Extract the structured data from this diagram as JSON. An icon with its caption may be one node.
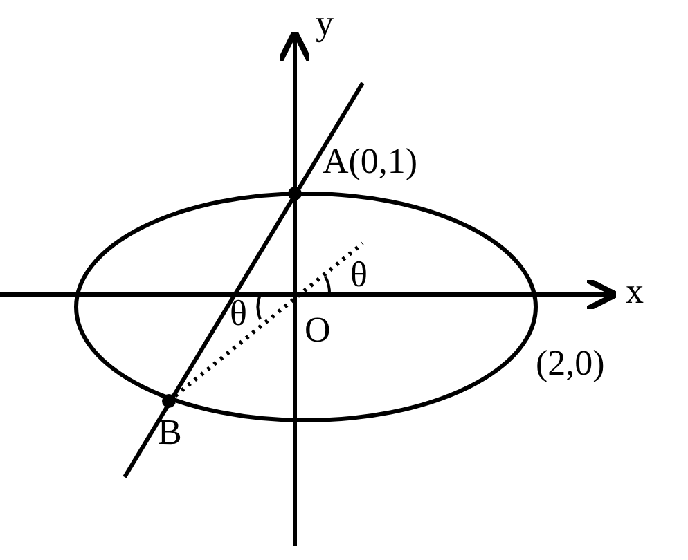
{
  "diagram": {
    "labels": [
      "y",
      "A(0,1)",
      "θ",
      "x",
      "θ",
      "O",
      "(2,0)",
      "B"
    ]
  }
}
